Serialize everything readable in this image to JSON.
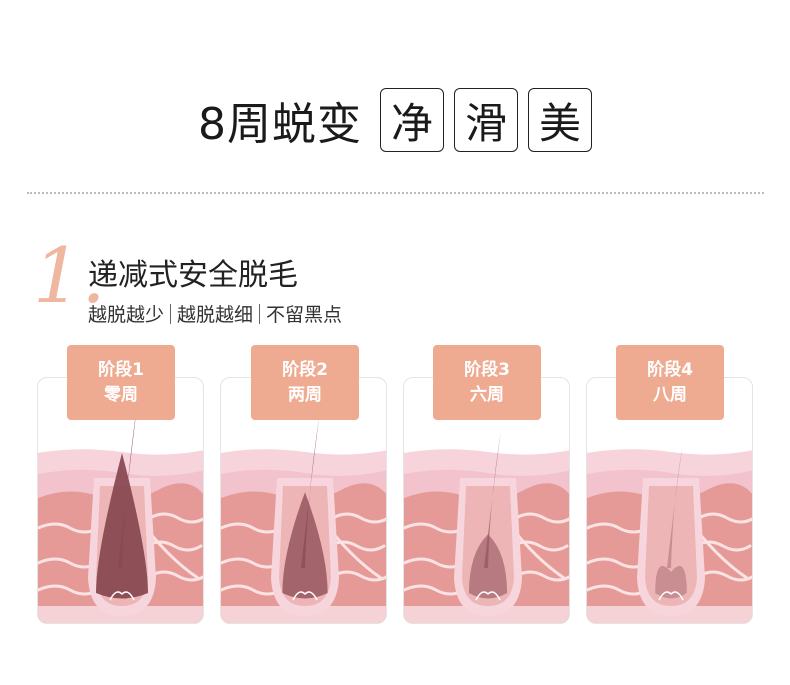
{
  "headline": {
    "text": "8周蜕变",
    "boxes": [
      "净",
      "滑",
      "美"
    ]
  },
  "section": {
    "number": "1.",
    "title": "递减式安全脱毛",
    "subtitle": [
      "越脱越少",
      "越脱越细",
      "不留黑点"
    ]
  },
  "stages": [
    {
      "label": "阶段1",
      "period": "零周",
      "hair_level": 1.0
    },
    {
      "label": "阶段2",
      "period": "两周",
      "hair_level": 0.72
    },
    {
      "label": "阶段3",
      "period": "六周",
      "hair_level": 0.42
    },
    {
      "label": "阶段4",
      "period": "八周",
      "hair_level": 0.15
    }
  ],
  "colors": {
    "accent": "#efab92",
    "number": "#efb6a0",
    "skin_top": "#f7d3dc",
    "skin_mid": "#f2c3cd",
    "dermis": "#e69a97",
    "follicle": "#f6d6dc",
    "hair_dark": "#8a4a52"
  }
}
